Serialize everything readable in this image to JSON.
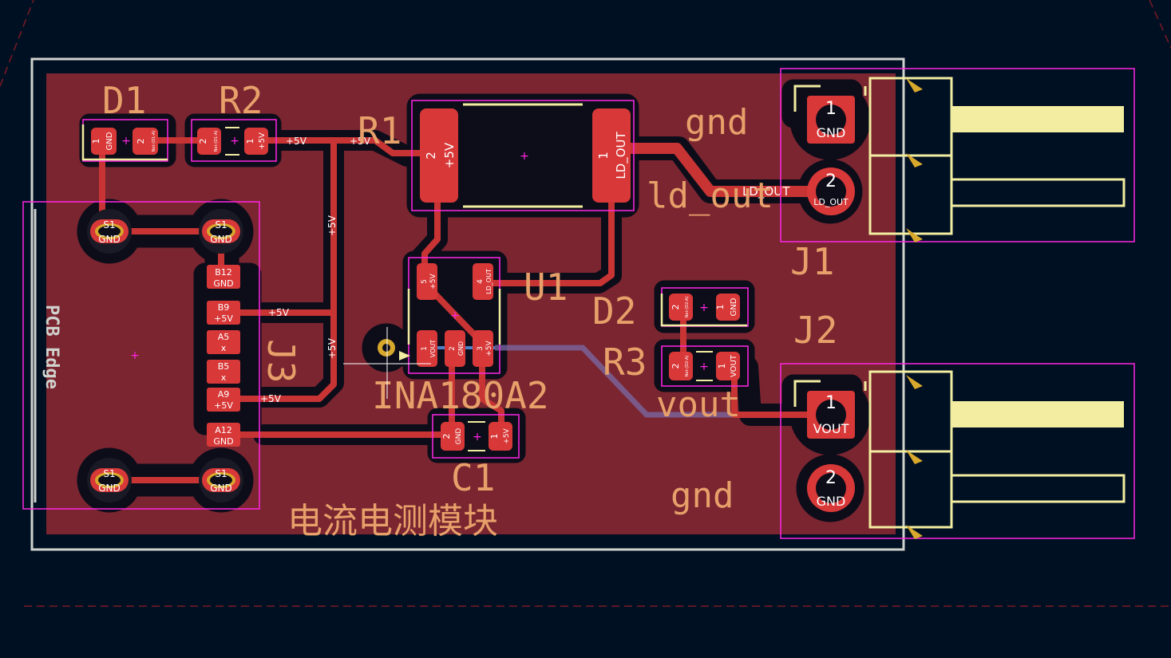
{
  "colors": {
    "background": "#001023",
    "copper_fill": "#7a2530",
    "clearance": "#0d0d1a",
    "track": "#c83434",
    "track_back": "#4d7fc4",
    "silkscreen": "#e8a06a",
    "fab_outline": "#f2eda0",
    "courtyard": "#ff26e2",
    "edge_cuts": "#d0d2cd",
    "pad_label": "#ffffff"
  },
  "refdes": {
    "d1": "D1",
    "r2": "R2",
    "r1": "R1",
    "u1": "U1",
    "d2": "D2",
    "r3": "R3",
    "j1": "J1",
    "j2": "J2",
    "j3": "J3",
    "c1": "C1"
  },
  "silk_labels": {
    "gnd_top": "gnd",
    "ld_out": "ld_out",
    "ina": "INA180A2",
    "vout": "vout",
    "gnd_bottom": "gnd",
    "module_title": "电流电测模块",
    "pcb_edge": "PCB Edge"
  },
  "net_labels": {
    "p5v": "+5V",
    "ld_out": "LD_OUT",
    "gnd": "GND",
    "vout": "VOUT"
  },
  "pads": {
    "d1_1": {
      "num": "1",
      "net": "GND"
    },
    "d1_2": {
      "num": "2",
      "net": "Net-(D1-A)"
    },
    "r2_2": {
      "num": "2",
      "net": "Net-(D1-A)"
    },
    "r2_1": {
      "num": "1",
      "net": "+5V"
    },
    "r1_2": {
      "num": "2",
      "net": "+5V"
    },
    "r1_1": {
      "num": "1",
      "net": "LD_OUT"
    },
    "u1_5": {
      "num": "5",
      "net": "+5V"
    },
    "u1_4": {
      "num": "4",
      "net": "LD_OUT"
    },
    "u1_1": {
      "num": "1",
      "net": "VOUT"
    },
    "u1_2": {
      "num": "2",
      "net": "GND"
    },
    "u1_3": {
      "num": "3",
      "net": "+5V"
    },
    "c1_2": {
      "num": "2",
      "net": "GND"
    },
    "c1_1": {
      "num": "1",
      "net": "+5V"
    },
    "d2_2": {
      "num": "2",
      "net": "Net-(D2-A)"
    },
    "d2_1": {
      "num": "1",
      "net": "GND"
    },
    "r3_2": {
      "num": "2",
      "net": "Net-(D2-A)"
    },
    "r3_1": {
      "num": "1",
      "net": "VOUT"
    },
    "j1_1": {
      "num": "1",
      "net": "GND"
    },
    "j1_2": {
      "num": "2",
      "net": "LD_OUT"
    },
    "j2_1": {
      "num": "1",
      "net": "VOUT"
    },
    "j2_2": {
      "num": "2",
      "net": "GND"
    },
    "j3_s1": "S1",
    "j3_b12": {
      "num": "B12",
      "net": "GND"
    },
    "j3_b9": {
      "num": "B9",
      "net": "+5V"
    },
    "j3_a5": {
      "num": "A5",
      "net": "x"
    },
    "j3_b5": {
      "num": "B5",
      "net": "x"
    },
    "j3_a9": {
      "num": "A9",
      "net": "+5V"
    },
    "j3_a12": {
      "num": "A12",
      "net": "GND"
    }
  }
}
